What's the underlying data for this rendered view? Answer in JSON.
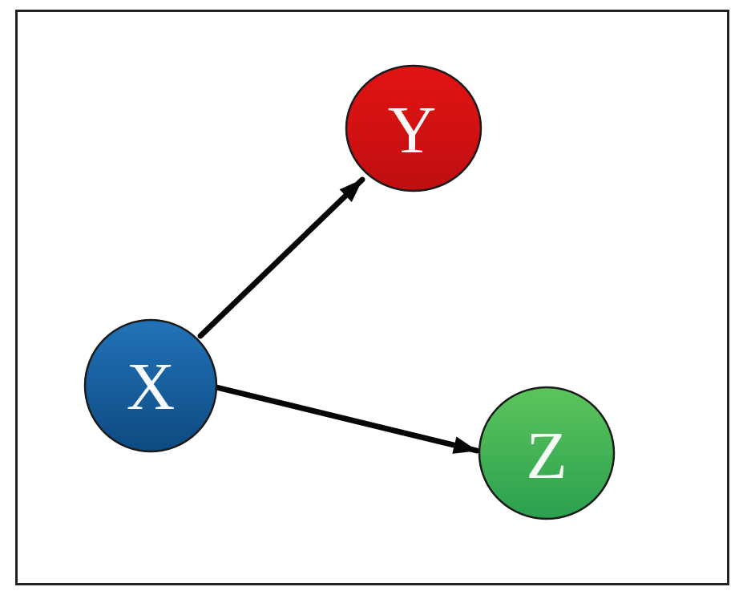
{
  "meta": {
    "background": "#ffffff",
    "frame_border_color": "#212121",
    "edge_color": "#070707"
  },
  "diagram": {
    "type": "directed-graph",
    "description": "Causal diagram: node X points to node Y and node Z",
    "nodes": [
      {
        "id": "X",
        "label": "X",
        "fill_top": "#2273b9",
        "fill_bottom": "#0d4a81",
        "stroke": "#1a1a1a",
        "text_color": "#f5f8fc"
      },
      {
        "id": "Y",
        "label": "Y",
        "fill_top": "#e31413",
        "fill_bottom": "#bf0e11",
        "stroke": "#1a1a1a",
        "text_color": "#fdf6f6"
      },
      {
        "id": "Z",
        "label": "Z",
        "fill_top": "#5dc45c",
        "fill_bottom": "#2ba04f",
        "stroke": "#1a1a1a",
        "text_color": "#f3fbf4"
      }
    ],
    "edges": [
      {
        "from": "X",
        "to": "Y",
        "directed": true
      },
      {
        "from": "X",
        "to": "Z",
        "directed": true
      }
    ]
  }
}
